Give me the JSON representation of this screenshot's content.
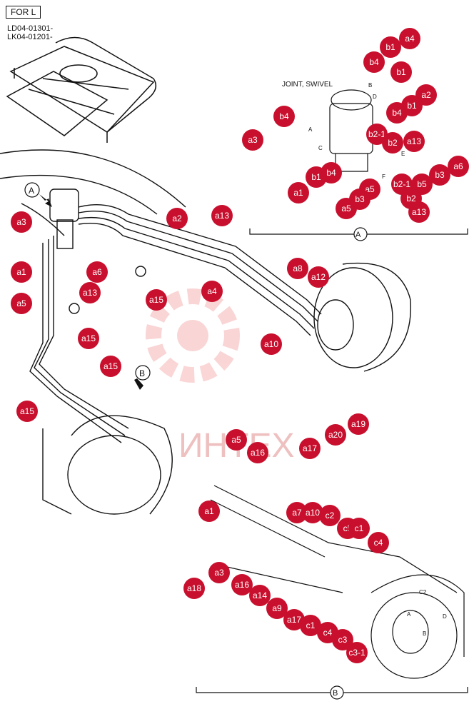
{
  "header": {
    "for_label": "FOR L",
    "serials": [
      "LD04-01301-",
      "LK04-01201-"
    ]
  },
  "section_a": {
    "title": "JOINT, SWIVEL",
    "marker": "A",
    "port_letters": [
      "A",
      "B",
      "C",
      "D",
      "E",
      "F"
    ]
  },
  "section_b": {
    "marker": "B",
    "port_letters": [
      "C2",
      "A",
      "B",
      "D"
    ]
  },
  "overview": {
    "arrow_a": "A",
    "arrow_b": "B"
  },
  "watermark": "ИНТЕХ",
  "colors": {
    "callout_fill": "#c8102e",
    "line": "#111111",
    "watermark": "#f3c2c2"
  },
  "callouts": [
    "a4",
    "b1",
    "b4",
    "b1",
    "a2",
    "b4",
    "b1",
    "a3",
    "b2-1",
    "b2",
    "a13",
    "b4",
    "a6",
    "b3",
    "b5",
    "b2-1",
    "a1",
    "b1",
    "b4",
    "a5",
    "a5",
    "b3",
    "b2",
    "a13",
    "a3",
    "a2",
    "a13",
    "a1",
    "a6",
    "a13",
    "a5",
    "a15",
    "a4",
    "a8",
    "a12",
    "a15",
    "a10",
    "a15",
    "a15",
    "a5",
    "a16",
    "a17",
    "a20",
    "a19",
    "a1",
    "a7",
    "a10",
    "c2",
    "c5",
    "c1",
    "c4",
    "a3",
    "a18",
    "a16",
    "a14",
    "a9",
    "a17",
    "c1",
    "c4",
    "c3",
    "c3-1"
  ]
}
